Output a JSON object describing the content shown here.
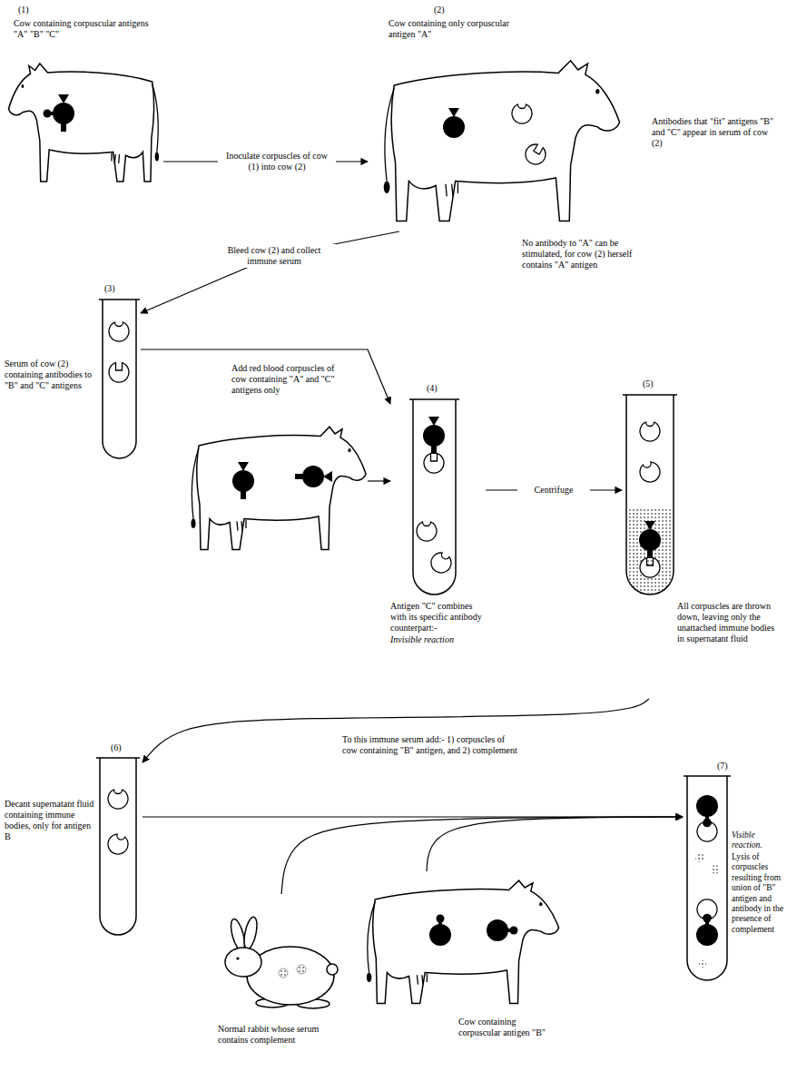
{
  "diagram": {
    "nodes": [
      {
        "text": [
          "(1)",
          "Cow containing corpuscular antigens \"A\" \"B\" \"C\""
        ]
      },
      {
        "text": [
          "(2)",
          "Cow containing only corpuscular antigen \"A\""
        ]
      },
      {
        "text": [
          "(3)",
          "Serum of cow (2) containing antibodies to \"B\" and \"C\" antigens"
        ]
      },
      {
        "text": [
          "Add red blood corpuscles of cow containing \"A\" and \"C\" antigens only"
        ]
      },
      {
        "text": [
          "(4)",
          "Antigen \"C\" combines with its specific antibody counterpart:-",
          "Invisible reaction"
        ]
      },
      {
        "text": [
          "(5)",
          "All corpuscles are thrown down, leaving only the unattached immune bodies in supernatant fluid"
        ]
      },
      {
        "text": [
          "(6)",
          "Decant supernatant fluid containing immune bodies, only for antigen B"
        ]
      },
      {
        "text": [
          "Normal rabbit whose serum contains complement"
        ]
      },
      {
        "text": [
          "Cow containing corpuscular antigen \"B\""
        ]
      },
      {
        "text": [
          "(7)",
          "Visible reaction.",
          "Lysis of corpuscles resulting from union of \"B\" antigen and antibody in the presence of complement"
        ]
      }
    ],
    "edges": [
      {
        "from": 0,
        "to": 1,
        "arrow": "to",
        "label": "Inoculate corpuscles of cow (1) into cow (2)"
      },
      {
        "from": 1,
        "to": 2,
        "arrow": "to",
        "label": "Bleed cow (2) and collect immune serum"
      },
      {
        "from": 2,
        "to": 4,
        "arrow": "to"
      },
      {
        "from": 3,
        "to": 4,
        "arrow": "to"
      },
      {
        "from": 4,
        "to": 5,
        "arrow": "to",
        "label": "Centrifuge"
      },
      {
        "from": 5,
        "to": 6,
        "arrow": "to"
      },
      {
        "from": 6,
        "to": 9,
        "arrow": "to",
        "label": "To this immune serum add:- 1) corpuscles of cow containing \"B\" antigen, and 2) complement"
      },
      {
        "from": 7,
        "to": 9,
        "arrow": "to"
      },
      {
        "from": 8,
        "to": 9,
        "arrow": "to"
      }
    ],
    "labels": [
      "Antibodies that \"fit\" antigens \"B\" and \"C\" appear in serum of cow (2)",
      "No antibody to \"A\" can be stimulated, for cow (2) herself contains \"A\" antigen"
    ]
  }
}
